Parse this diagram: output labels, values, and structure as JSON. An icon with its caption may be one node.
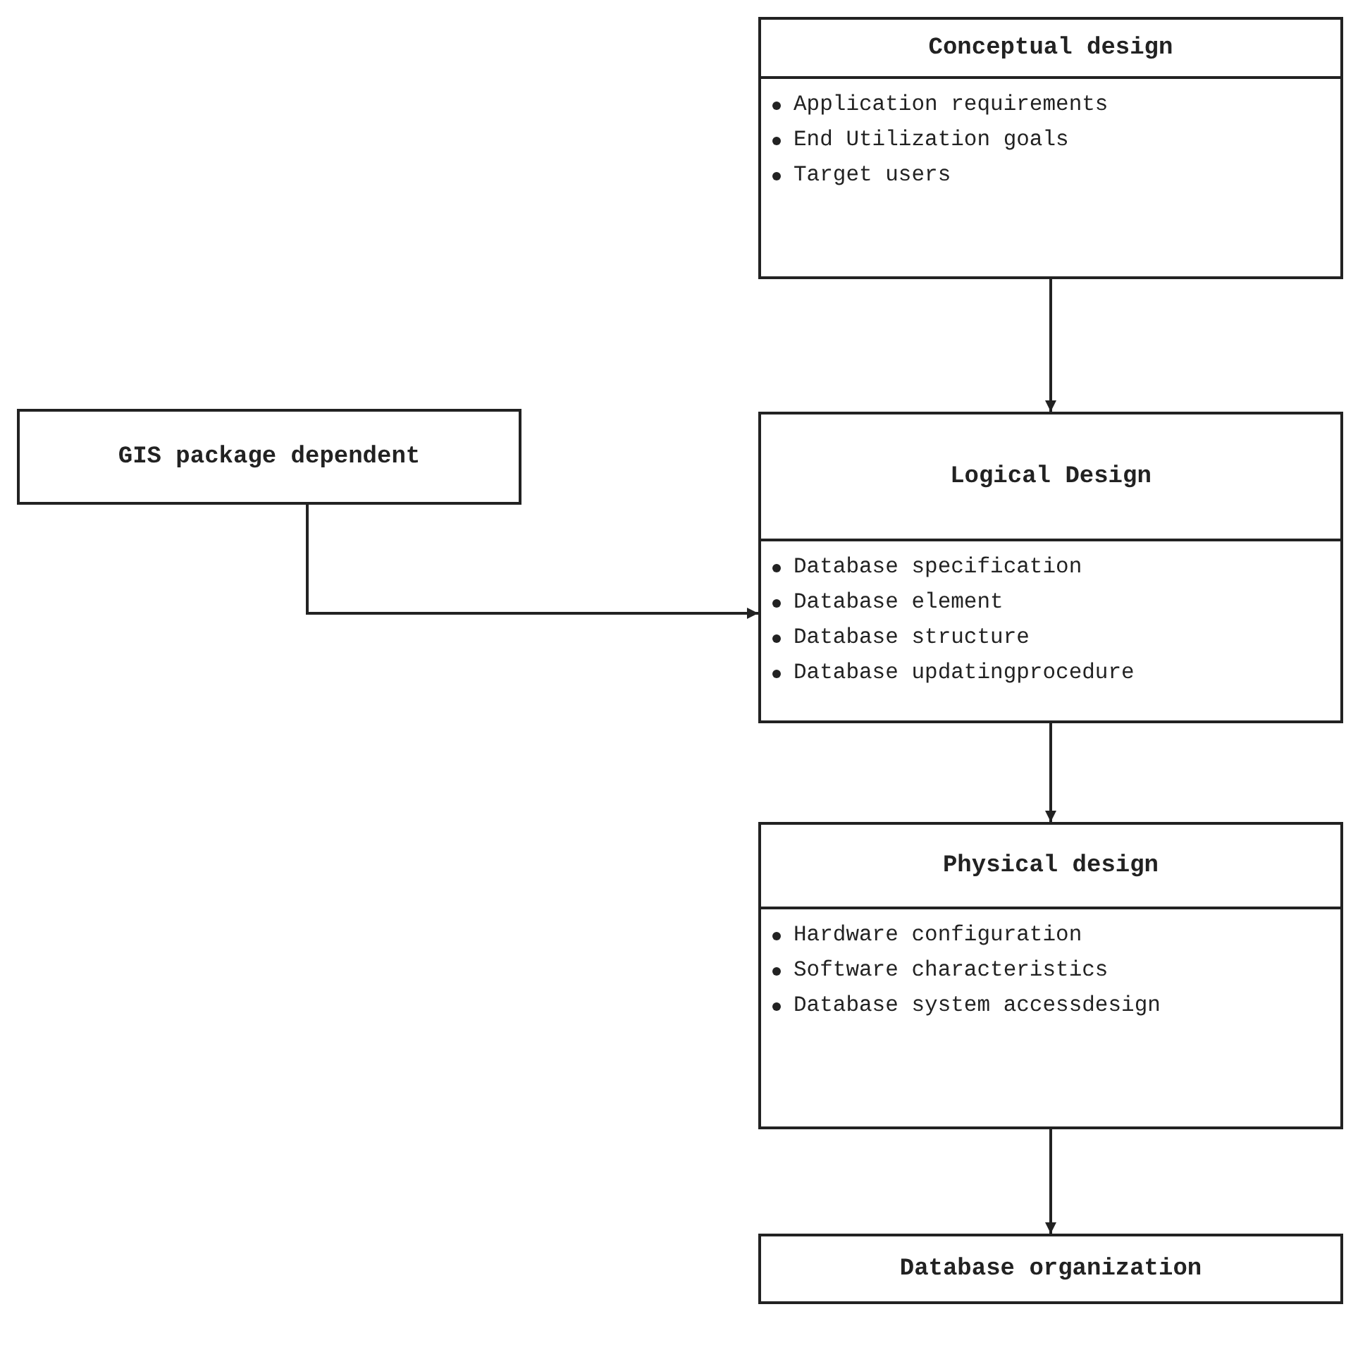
{
  "diagram": {
    "nodes": [
      {
        "text": [
          "Conceptual design",
          "Application requirements",
          "End Utilization goals",
          "Target users"
        ]
      },
      {
        "text": [
          "GIS package dependent"
        ]
      },
      {
        "text": [
          "Logical Design",
          "Database specification",
          "Database element",
          "Database structure",
          "Database updatingprocedure"
        ]
      },
      {
        "text": [
          "Physical design",
          "Hardware configuration",
          "Software characteristics",
          "Database system accessdesign"
        ]
      },
      {
        "text": [
          "Database organization"
        ]
      }
    ],
    "edges": [
      {
        "from": 0,
        "to": 2,
        "arrow": "to"
      },
      {
        "from": 1,
        "to": 2,
        "arrow": "to"
      },
      {
        "from": 2,
        "to": 3,
        "arrow": "to"
      },
      {
        "from": 3,
        "to": 4,
        "arrow": "to"
      }
    ]
  }
}
